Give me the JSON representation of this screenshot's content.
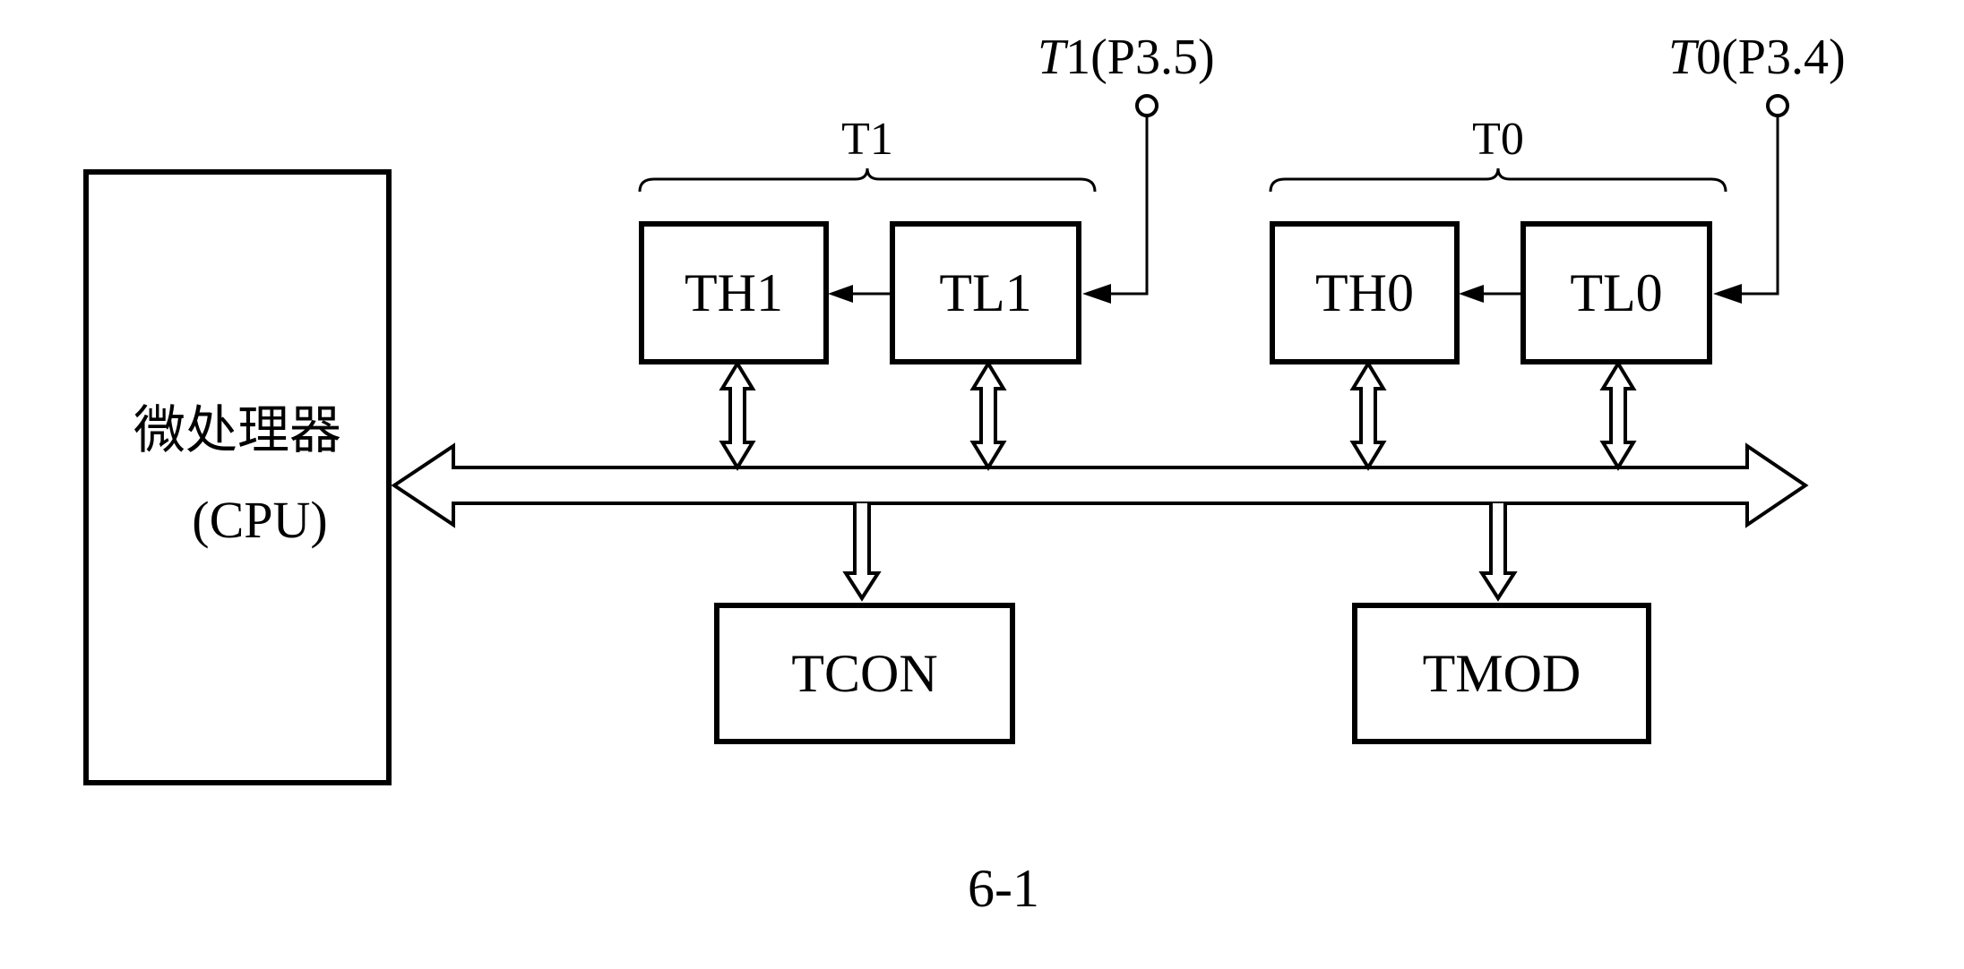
{
  "cpu": {
    "line1": "微处理器",
    "line2": "(CPU)"
  },
  "timer1": {
    "group_label": "T1",
    "th_label": "TH1",
    "tl_label": "TL1",
    "pin_italic": "T",
    "pin_rest": "1(P3.5)"
  },
  "timer0": {
    "group_label": "T0",
    "th_label": "TH0",
    "tl_label": "TL0",
    "pin_italic": "T",
    "pin_rest": "0(P3.4)"
  },
  "registers": {
    "tcon": "TCON",
    "tmod": "TMOD"
  },
  "caption": "6-1"
}
